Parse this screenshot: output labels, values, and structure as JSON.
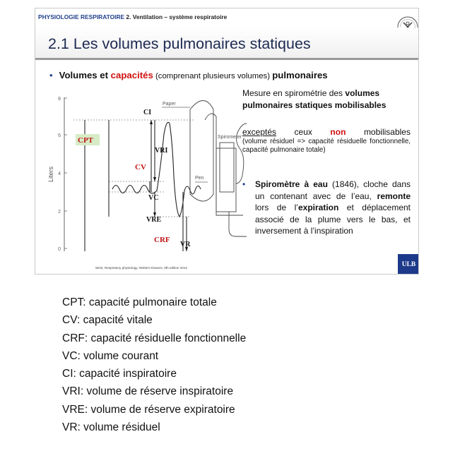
{
  "header": {
    "course": "PHYSIOLOGIE RESPIRATOIRE",
    "chapter": "2. Ventilation – système respiratoire"
  },
  "title": "2.1 Les volumes pulmonaires statiques",
  "bullet": {
    "part1": "Volumes et ",
    "part2": "capacités",
    "part3": " (comprenant plusieurs volumes) ",
    "part4": "pulmonaires"
  },
  "figure": {
    "y_axis_label": "Liters",
    "ticks": [
      "0",
      "2",
      "4",
      "6",
      "8"
    ],
    "labels": {
      "ci": "CI",
      "cpt": "CPT",
      "vri": "VRI",
      "cv": "CV",
      "vc": "VC",
      "vre": "VRE",
      "crf": "CRF",
      "vr": "VR",
      "paper": "Paper",
      "spirometer": "Spirometer",
      "pen": "Pen"
    },
    "source": "West, Respiratory physiology, Wolters Kluwers, 9th edition 2012"
  },
  "right": {
    "p1_a": "Mesure en spirométrie des ",
    "p1_b": "volumes pulmonaires statiques mobilisables",
    "p2_a": "exceptés",
    "p2_b": "ceux",
    "p2_c": "non",
    "p2_d": "mobilisables",
    "p2_small": "(volume résiduel => capacité résiduelle fonctionnelle, capacité pulmonaire totale)",
    "b2_a": "Spiromètre à eau",
    "b2_b": " (1846), cloche dans  un contenant avec de l’eau, ",
    "b2_c": "remonte",
    "b2_d": " lors de l’",
    "b2_e": "expiration",
    "b2_f": " et déplacement associé de la plume vers le bas, et inversement à l’inspiration"
  },
  "logo": "ULB",
  "legend": [
    "CPT: capacité pulmonaire totale",
    "CV: capacité vitale",
    "CRF: capacité résiduelle fonctionnelle",
    "VC: volume courant",
    "CI: capacité inspiratoire",
    "VRI: volume de réserve inspiratoire",
    "VRE: volume de réserve expiratoire",
    "VR: volume résiduel"
  ]
}
